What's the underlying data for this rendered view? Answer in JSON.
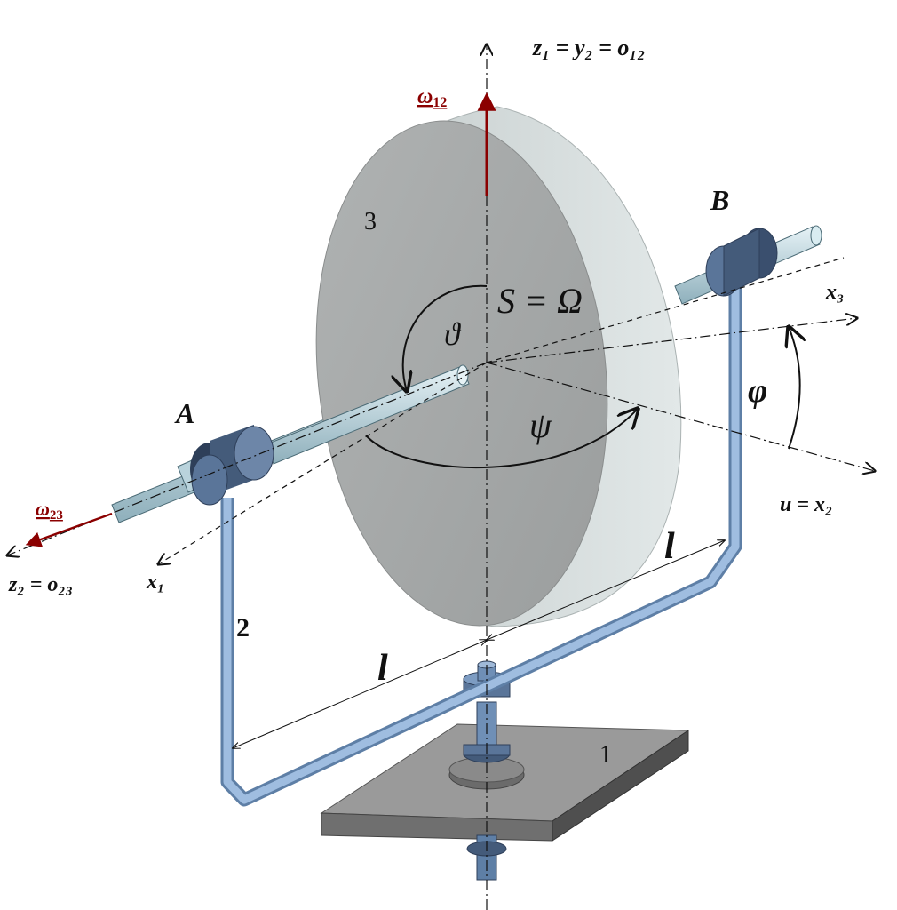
{
  "colors": {
    "disk_face": "#a9acac",
    "disk_rim": "#d4dcdc",
    "frame": "#8fb1d6",
    "frame_dark": "#5e7fa6",
    "shaft": "#b9d3dc",
    "bearing": "#445b7a",
    "base": "#888888",
    "omega": "#8b0000"
  },
  "labels": {
    "axis_top": "z₁ = y₂ = o₁₂",
    "omega12": "ω",
    "omega12_sub": "12",
    "omega23": "ω",
    "omega23_sub": "23",
    "z2_axis": "z₂ = o₂₃",
    "x1_axis": "x₁",
    "x3_axis": "x₃",
    "u_axis": "u = x₂",
    "point_a": "A",
    "point_b": "B",
    "disk_num": "3",
    "frame_num": "2",
    "base_num": "1",
    "center": "S = Ω",
    "theta": "ϑ",
    "psi": "ψ",
    "phi": "φ",
    "len_left": "l",
    "len_right": "l"
  }
}
